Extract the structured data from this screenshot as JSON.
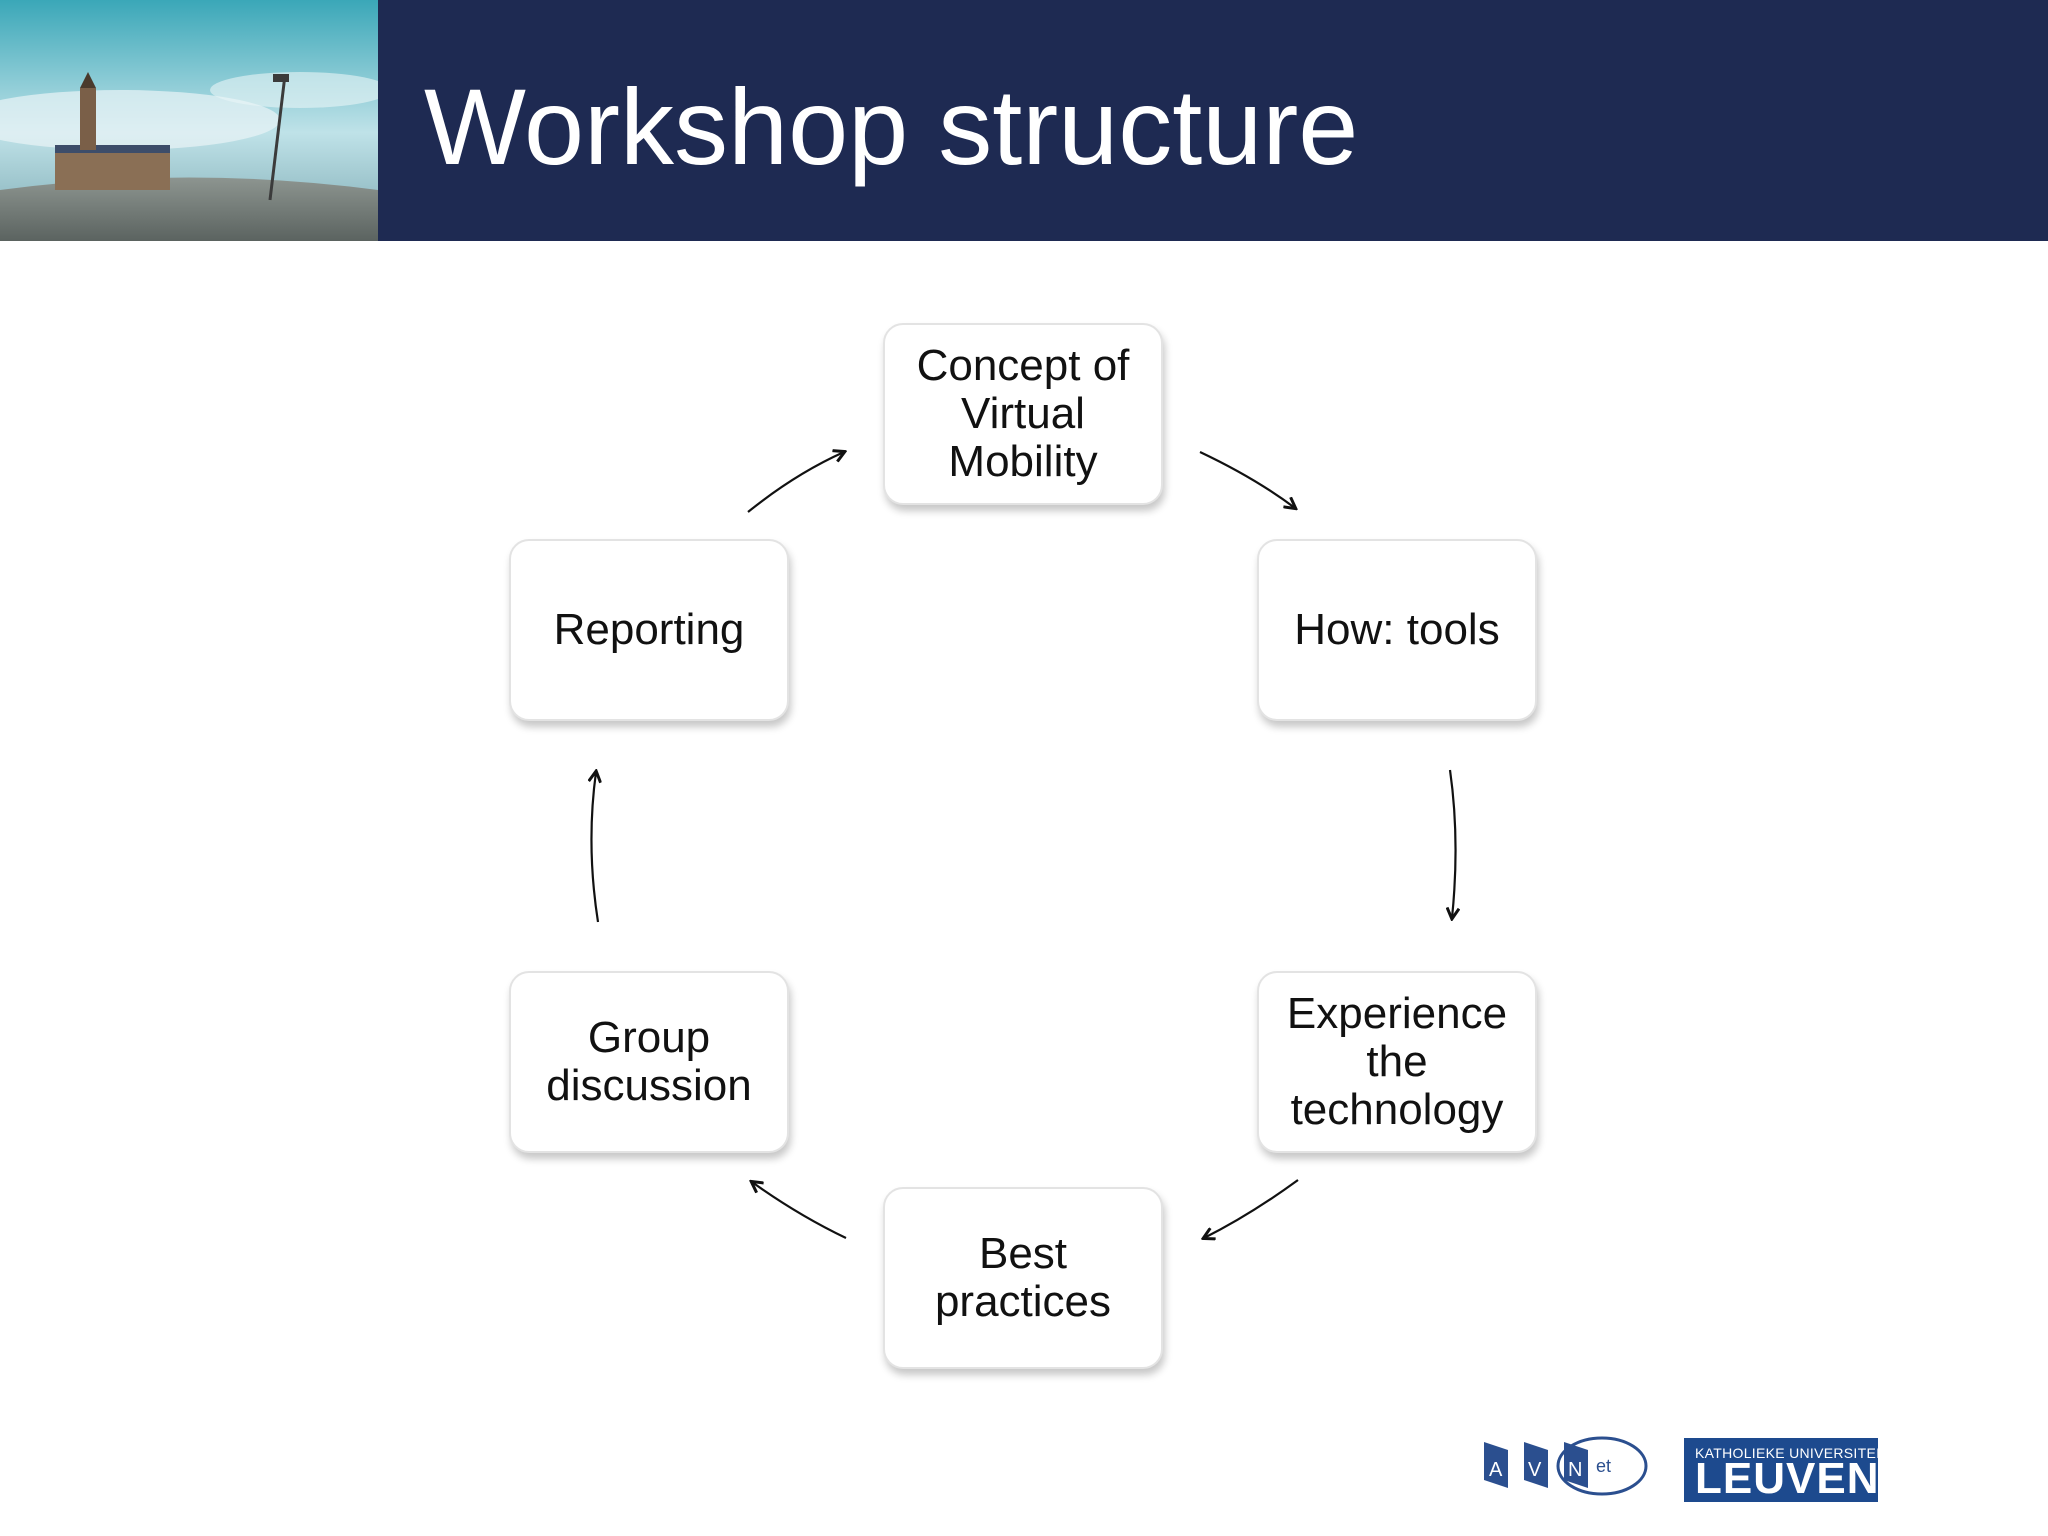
{
  "slide": {
    "title": "Workshop structure",
    "colors": {
      "header": "#1e2a52",
      "background": "#ffffff",
      "node_border": "#e3e3e3",
      "text": "#111111",
      "kul_blue": "#1d4a8e"
    }
  },
  "diagram": {
    "type": "cycle",
    "nodes": [
      {
        "id": "concept",
        "label": "Concept of\nVirtual\nMobility"
      },
      {
        "id": "tools",
        "label": "How: tools"
      },
      {
        "id": "experience",
        "label": "Experience\nthe\ntechnology"
      },
      {
        "id": "best",
        "label": "Best\npractices"
      },
      {
        "id": "group",
        "label": "Group\ndiscussion"
      },
      {
        "id": "reporting",
        "label": "Reporting"
      }
    ],
    "edges": [
      {
        "from": "concept",
        "to": "tools"
      },
      {
        "from": "tools",
        "to": "experience"
      },
      {
        "from": "experience",
        "to": "best"
      },
      {
        "from": "best",
        "to": "group"
      },
      {
        "from": "group",
        "to": "reporting"
      },
      {
        "from": "reporting",
        "to": "concept"
      }
    ]
  },
  "logos": {
    "avnet": "AVNet",
    "kul_top": "KATHOLIEKE UNIVERSITEIT",
    "kul_bottom": "LEUVEN"
  }
}
